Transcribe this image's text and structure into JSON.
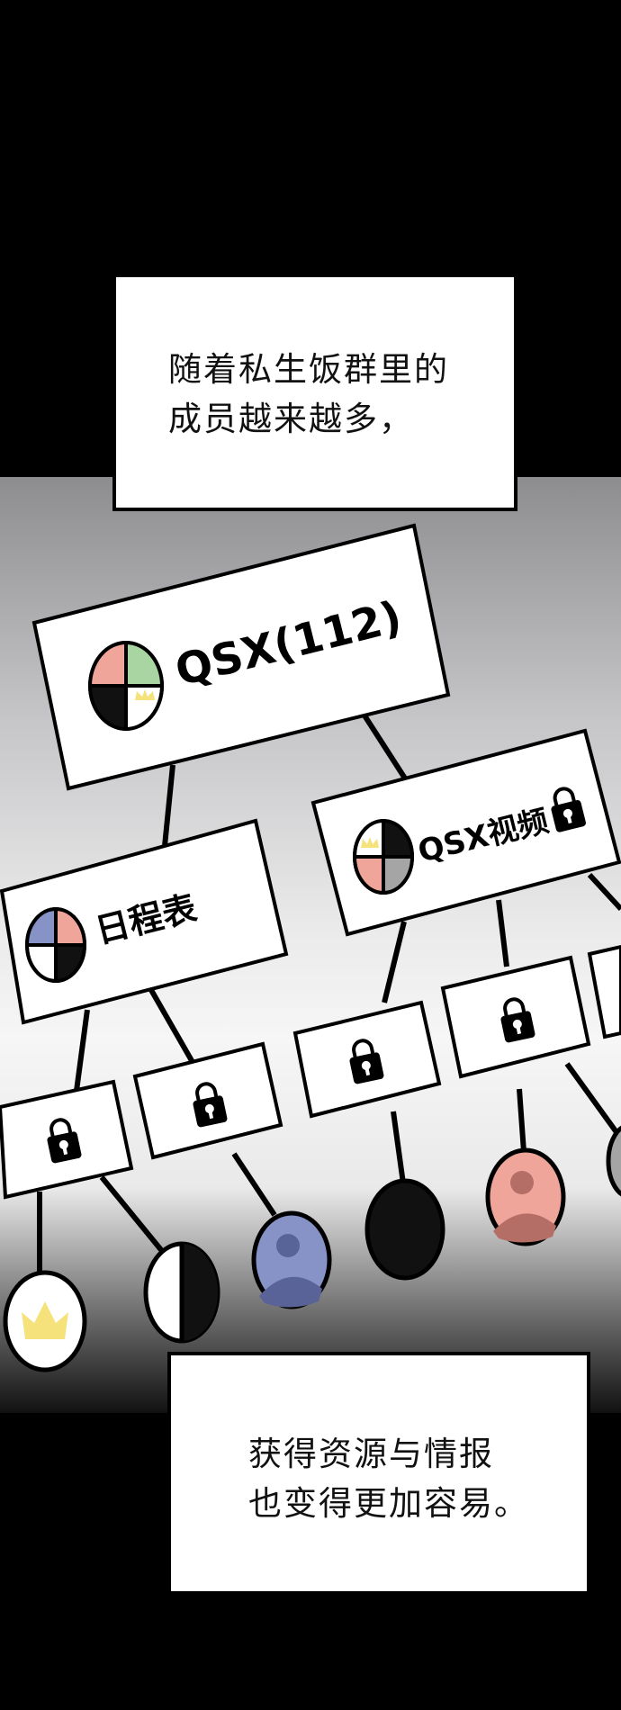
{
  "captions": {
    "top": [
      "随着私生饭群里的",
      "成员越来越多，"
    ],
    "bottom": [
      "获得资源与情报",
      "也变得更加容易。"
    ]
  },
  "groups": {
    "root": "QSX(112)",
    "schedule": "日程表",
    "video": "QSX视频"
  },
  "icons": {
    "lock": "lock-icon",
    "crown": "crown-icon",
    "avatar": "avatar-icon"
  },
  "colors": {
    "salmon": "#f0a59a",
    "green": "#a9d5a2",
    "blue": "#8793c7",
    "grey": "#a5a5a5",
    "crown": "#f6e27a"
  }
}
